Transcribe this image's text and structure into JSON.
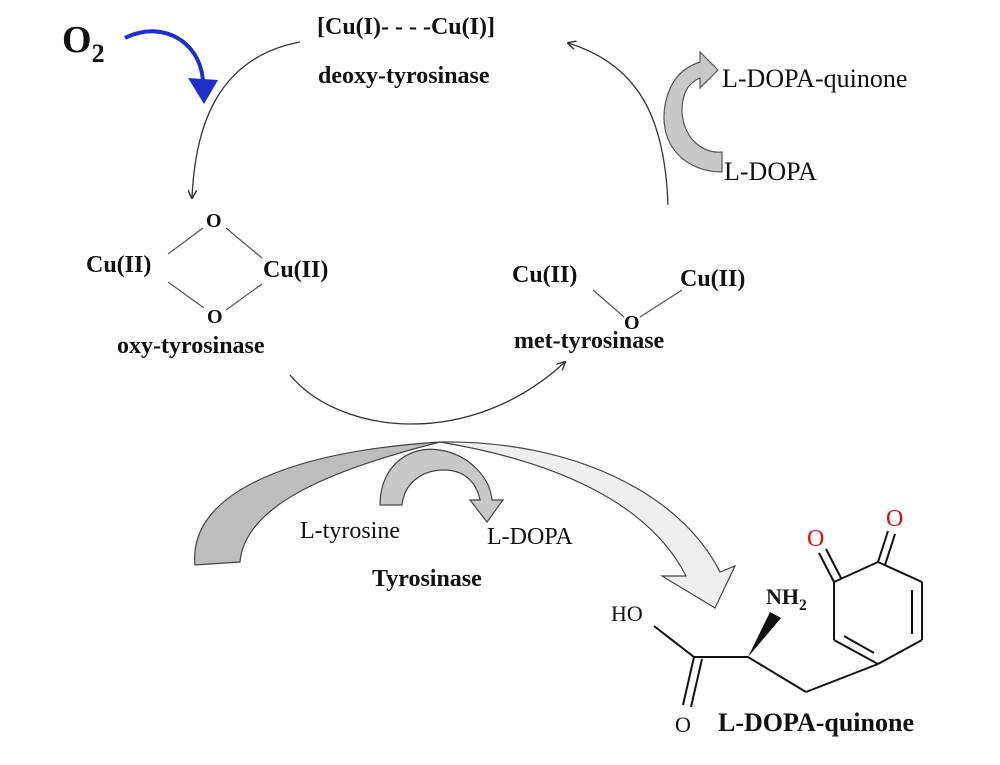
{
  "colors": {
    "ink": "#111111",
    "o2_arrow": "#1f2ec4",
    "quinone_oxygen": "#e01010",
    "arrow_fill_dark": "#b8b8b8",
    "arrow_fill_light": "#f0f0f0"
  },
  "oxygen": {
    "symbol": "O",
    "subscript": "2"
  },
  "deoxy": {
    "complex": "[Cu(I)- - - -Cu(I)]",
    "name": "deoxy-tyrosinase"
  },
  "side_reaction": {
    "substrate": "L-DOPA",
    "product": "L-DOPA-quinone"
  },
  "oxy": {
    "cu_left": "Cu(II)",
    "cu_right": "Cu(II)",
    "o_top": "O",
    "o_bottom": "O",
    "name": "oxy-tyrosinase"
  },
  "met": {
    "cu_left": "Cu(II)",
    "cu_right": "Cu(II)",
    "o_bridge": "O",
    "name": "met-tyrosinase"
  },
  "central": {
    "substrate": "L-tyrosine",
    "product": "L-DOPA",
    "enzyme": "Tyrosinase"
  },
  "molecule": {
    "hydroxyl": "HO",
    "amine": "NH",
    "amine_sub": "2",
    "carbonyl_o": "O",
    "ring_o_left": "O",
    "ring_o_right": "O",
    "name": "L-DOPA-quinone"
  }
}
